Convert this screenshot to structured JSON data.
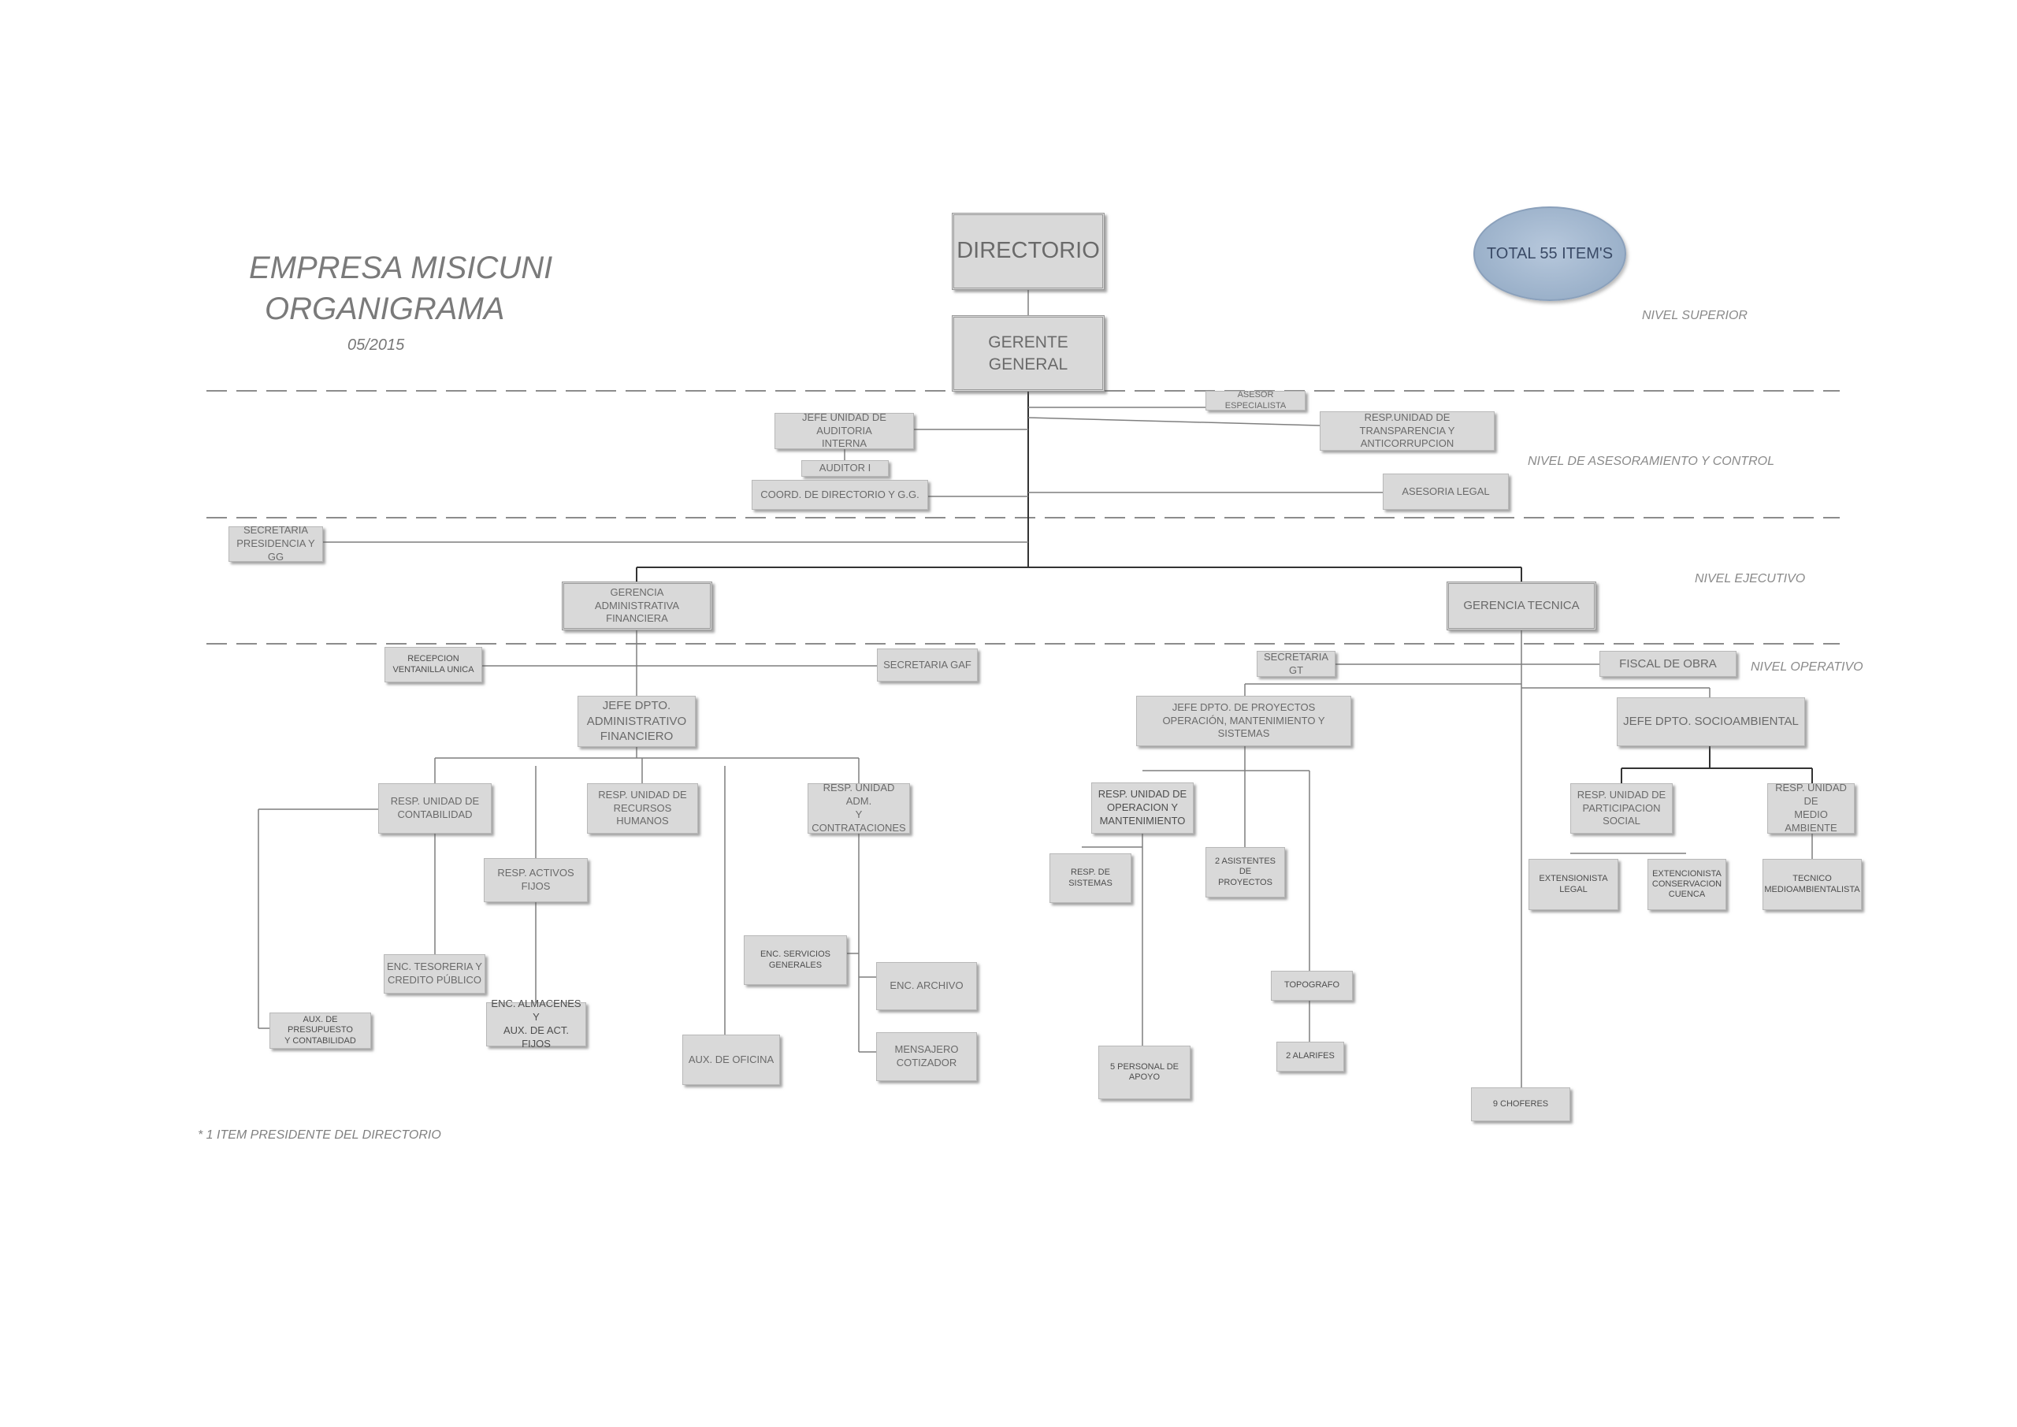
{
  "header": {
    "title_line1": "EMPRESA MISICUNI",
    "title_line2": "ORGANIGRAMA",
    "date": "05/2015"
  },
  "total_badge": "TOTAL 55 ITEM'S",
  "levels": {
    "superior": "NIVEL SUPERIOR",
    "asesoramiento": "NIVEL DE ASESORAMIENTO Y CONTROL",
    "ejecutivo": "NIVEL EJECUTIVO",
    "operativo": "NIVEL OPERATIVO"
  },
  "footnote": "* 1 ITEM PRESIDENTE DEL DIRECTORIO",
  "units": {
    "directorio": "DIRECTORIO",
    "gerente_general": "GERENTE\nGENERAL",
    "asesor_especialista": "ASESOR ESPECIALISTA",
    "jefe_auditoria": "JEFE UNIDAD DE  AUDITORIA\nINTERNA",
    "resp_transparencia": "RESP.UNIDAD DE TRANSPARENCIA Y\nANTICORRUPCION",
    "auditor": "AUDITOR I",
    "coord_directorio": "COORD. DE DIRECTORIO Y G.G.",
    "asesoria_legal": "ASESORIA LEGAL",
    "secretaria_presidencia": "SECRETARIA\nPRESIDENCIA Y GG",
    "gerencia_admin": "GERENCIA\nADMINISTRATIVA\nFINANCIERA",
    "gerencia_tecnica": "GERENCIA TECNICA",
    "recepcion": "RECEPCION\nVENTANILLA UNICA",
    "secretaria_gaf": "SECRETARIA GAF",
    "secretaria_gt": "SECRETARIA GT",
    "fiscal_obra": "FISCAL DE OBRA",
    "jefe_admin": "JEFE DPTO.\nADMINISTRATIVO\nFINANCIERO",
    "jefe_proyectos": "JEFE DPTO. DE PROYECTOS\nOPERACIÓN, MANTENIMIENTO Y SISTEMAS",
    "jefe_socio": "JEFE DPTO. SOCIOAMBIENTAL",
    "resp_contabilidad": "RESP. UNIDAD DE\nCONTABILIDAD",
    "resp_rrhh": "RESP. UNIDAD DE\nRECURSOS HUMANOS",
    "resp_adm_contrat": "RESP. UNIDAD ADM.\nY CONTRATACIONES",
    "resp_activos": "RESP. ACTIVOS FIJOS",
    "enc_tesoreria": "ENC. TESORERIA Y\nCREDITO PÚBLICO",
    "aux_presupuesto": "AUX. DE PRESUPUESTO\nY CONTABILIDAD",
    "enc_almacenes": "ENC. ALMACENES Y\nAUX. DE ACT. FIJOS",
    "aux_oficina": "AUX. DE OFICINA",
    "enc_servicios": "ENC. SERVICIOS\nGENERALES",
    "enc_archivo": "ENC. ARCHIVO",
    "mensajero": "MENSAJERO\nCOTIZADOR",
    "resp_operacion": "RESP. UNIDAD DE\nOPERACION Y\nMANTENIMIENTO",
    "resp_sistemas": "RESP.  DE\nSISTEMAS",
    "asistentes_proyectos": "2 ASISTENTES DE\nPROYECTOS",
    "topografo": "TOPOGRAFO",
    "personal_apoyo": "5 PERSONAL DE\nAPOYO",
    "alarifes": "2 ALARIFES",
    "choferes": "9 CHOFERES",
    "resp_participacion": "RESP. UNIDAD DE\nPARTICIPACION\nSOCIAL",
    "resp_medio_ambiente": "RESP. UNIDAD DE\nMEDIO AMBIENTE",
    "extensionista_legal": "EXTENSIONISTA\nLEGAL",
    "extencionista_cuenca": "EXTENCIONISTA\nCONSERVACION\nCUENCA",
    "tecnico_medioambientalista": "TECNICO\nMEDIOAMBIENTALISTA"
  }
}
